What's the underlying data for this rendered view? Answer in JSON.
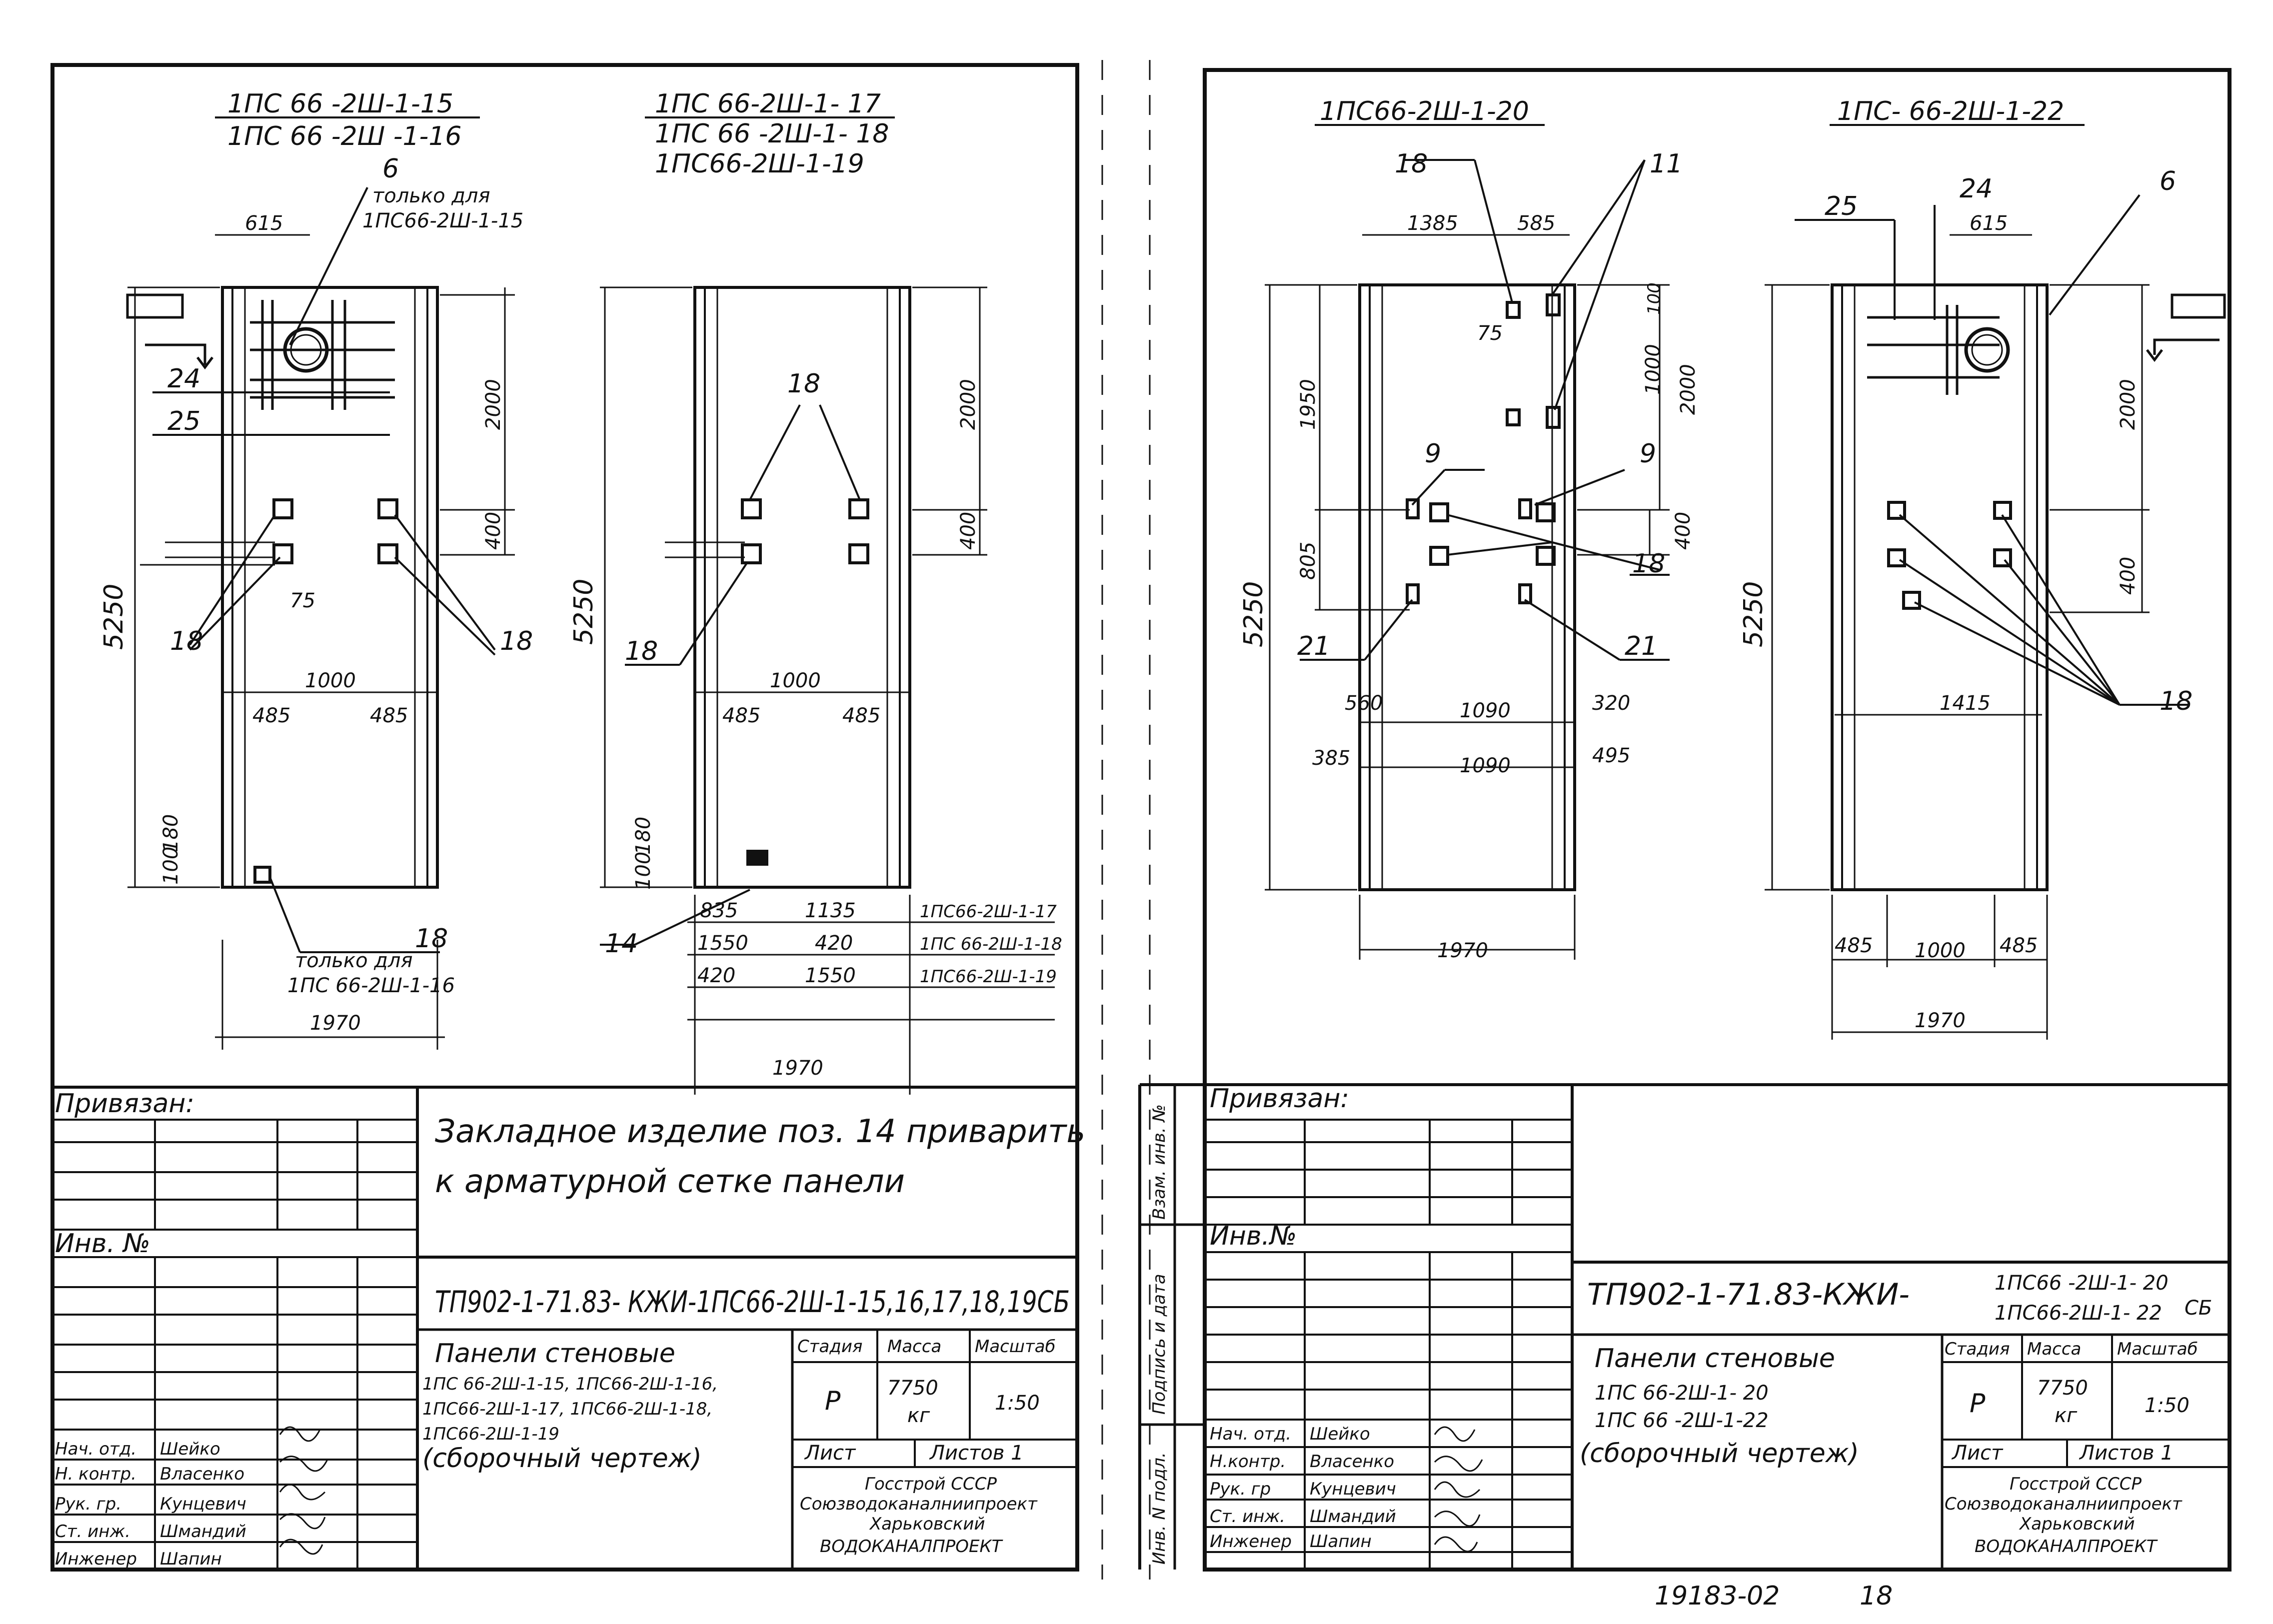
{
  "left_sheet": {
    "titles": {
      "group1_line1": "1ПС 66 -2Ш-1-15",
      "group1_line2": "1ПС 66 -2Ш -1-16",
      "group2_line1": "1ПС 66-2Ш-1- 17",
      "group2_line2": "1ПС 66 -2Ш-1- 18",
      "group2_line3": "1ПС66-2Ш-1-19"
    },
    "note_top_line1": "только для",
    "note_top_line2": "1ПС66-2Ш-1-15",
    "note_bottom_line1": "только для",
    "note_bottom_line2": "1ПС 66-2Ш-1-16",
    "callouts": {
      "c6": "6",
      "c24": "24",
      "c25": "25",
      "c18a": "18",
      "c18b": "18",
      "c18c": "18",
      "c18d": "18",
      "c18e": "18",
      "c14": "14"
    },
    "dims": {
      "d615": "615",
      "d2000a": "2000",
      "d400a": "400",
      "d5250a": "5250",
      "d1000a": "1000",
      "d485a": "485",
      "d485b": "485",
      "d1970a": "1970",
      "d100a": "100",
      "d180a": "180",
      "d75": "75",
      "d2000b": "2000",
      "d400b": "400",
      "d5250b": "5250",
      "d1000b": "1000",
      "d485c": "485",
      "d485d": "485",
      "d100b": "100",
      "d180b": "180",
      "d1970b": "1970"
    },
    "bottom_table": {
      "rows": [
        {
          "a": "835",
          "b": "1135",
          "mark": "1ПС66-2Ш-1-17"
        },
        {
          "a": "1550",
          "b": "420",
          "mark": "1ПС 66-2Ш-1-18"
        },
        {
          "a": "420",
          "b": "1550",
          "mark": "1ПС66-2Ш-1-19"
        }
      ]
    },
    "stamp": {
      "privyazan": "Привязан:",
      "inv": "Инв. №",
      "note_line1": "Закладное изделие поз. 14 приварить",
      "note_line2": "к арматурной сетке панели",
      "doc_code": "ТП902-1-71.83- КЖИ-1ПС66-2Ш-1-15,16,17,18,19СБ",
      "title_line1": "Панели стеновые",
      "title_line2": "1ПС 66-2Ш-1-15, 1ПС66-2Ш-1-16,",
      "title_line3": "1ПС66-2Ш-1-17, 1ПС66-2Ш-1-18,",
      "title_line4": "1ПС66-2Ш-1-19",
      "title_line5": "(сборочный  чертеж)",
      "h_stage": "Стадия",
      "h_mass": "Масса",
      "h_scale": "Масштаб",
      "v_stage": "Р",
      "v_mass1": "7750",
      "v_mass2": "кг",
      "v_scale": "1:50",
      "sheet": "Лист",
      "sheets": "Листов 1",
      "org1": "Госстрой СССР",
      "org2": "Союзводоканалниипроект",
      "org3": "Харьковский",
      "org4": "ВОДОКАНАЛПРОЕКТ",
      "people": [
        {
          "role": "Нач. отд.",
          "name": "Шейко"
        },
        {
          "role": "Н. контр.",
          "name": "Власенко"
        },
        {
          "role": "Рук. гр.",
          "name": "Кунцевич"
        },
        {
          "role": "Ст. инж.",
          "name": "Шмандий"
        },
        {
          "role": "Инженер",
          "name": "Шапин"
        }
      ]
    }
  },
  "right_sheet": {
    "titles": {
      "group1": "1ПС66-2Ш-1-20",
      "group2": "1ПС- 66-2Ш-1-22"
    },
    "callouts": {
      "c18a": "18",
      "c11": "11",
      "c9a": "9",
      "c9b": "9",
      "c18b": "18",
      "c21a": "21",
      "c21b": "21",
      "c25": "25",
      "c24": "24",
      "c6": "6",
      "c18c": "18"
    },
    "dims": {
      "d1385": "1385",
      "d585": "585",
      "d1950": "1950",
      "d805": "805",
      "d5250a": "5250",
      "d560": "560",
      "d1090a": "1090",
      "d320": "320",
      "d385": "385",
      "d1090b": "1090",
      "d495": "495",
      "d1970a": "1970",
      "d100a": "100",
      "d1000a": "1000",
      "d2000a": "2000",
      "d400a": "400",
      "d615": "615",
      "d5250b": "5250",
      "d2000b": "2000",
      "d400b": "400",
      "d1415": "1415",
      "d485a": "485",
      "d1000b": "1000",
      "d485b": "485",
      "d1970b": "1970",
      "d75": "75"
    },
    "stamp": {
      "privyazan": "Привязан:",
      "inv": "Инв.№",
      "side1": "Взам. инв. №",
      "side2": "Подпись и дата",
      "side3": "Инв. N подл.",
      "doc_code": "ТП902-1-71.83-КЖИ-",
      "doc_mark1": "1ПС66 -2Ш-1- 20",
      "doc_mark2": "1ПС66-2Ш-1- 22",
      "doc_suffix": "СБ",
      "title_line1": "Панели стеновые",
      "title_line2": "1ПС 66-2Ш-1- 20",
      "title_line3": "1ПС 66 -2Ш-1-22",
      "title_line4": "(сборочный чертеж)",
      "h_stage": "Стадия",
      "h_mass": "Масса",
      "h_scale": "Масштаб",
      "v_stage": "Р",
      "v_mass1": "7750",
      "v_mass2": "кг",
      "v_scale": "1:50",
      "sheet": "Лист",
      "sheets": "Листов 1",
      "org1": "Госстрой СССР",
      "org2": "Союзводоканалниипроект",
      "org3": "Харьковский",
      "org4": "ВОДОКАНАЛПРОЕКТ",
      "people": [
        {
          "role": "Нач. отд.",
          "name": "Шейко"
        },
        {
          "role": "Н.контр.",
          "name": "Власенко"
        },
        {
          "role": "Рук. гр",
          "name": "Кунцевич"
        },
        {
          "role": "Ст. инж.",
          "name": "Шмандий"
        },
        {
          "role": "Инженер",
          "name": "Шапин"
        }
      ]
    },
    "archive_number": "19183-02",
    "page_number": "18"
  }
}
